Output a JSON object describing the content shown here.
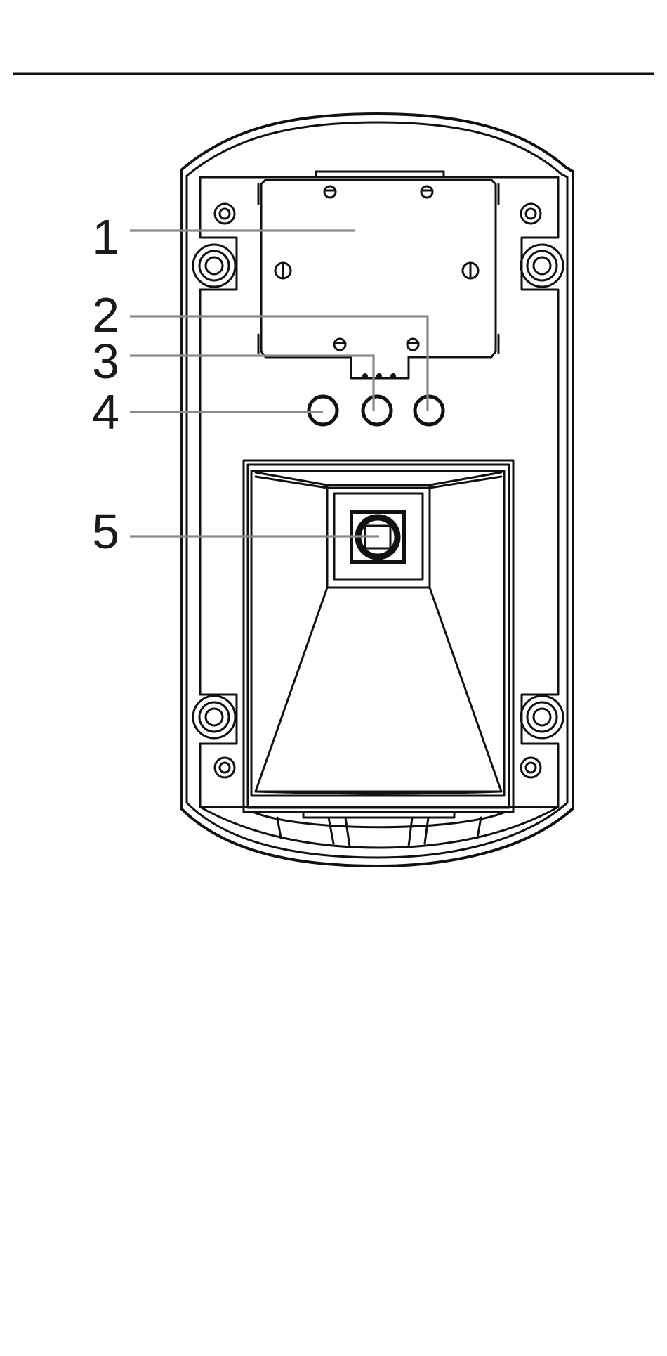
{
  "callouts": [
    {
      "id": "1",
      "label": "1"
    },
    {
      "id": "2",
      "label": "2"
    },
    {
      "id": "3",
      "label": "3"
    },
    {
      "id": "4",
      "label": "4"
    },
    {
      "id": "5",
      "label": "5"
    }
  ],
  "colors": {
    "ink": "#111111",
    "leader": "#8a8a8a",
    "background": "#ffffff"
  }
}
